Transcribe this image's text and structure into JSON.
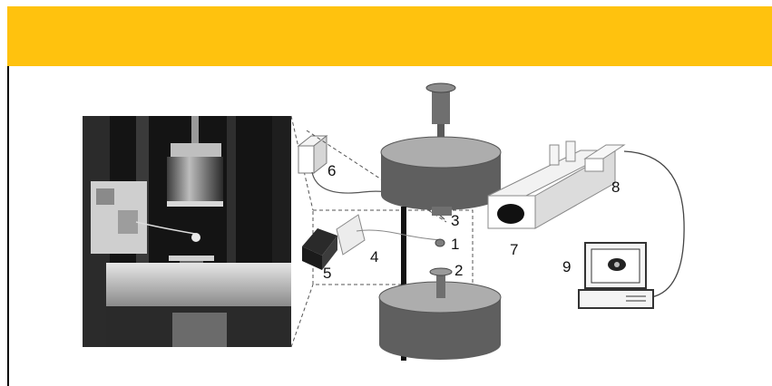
{
  "header": {
    "band_color": "#FFC20E"
  },
  "figure": {
    "labels": [
      {
        "id": "label-1",
        "text": "1"
      },
      {
        "id": "label-2",
        "text": "2"
      },
      {
        "id": "label-3",
        "text": "3"
      },
      {
        "id": "label-4",
        "text": "4"
      },
      {
        "id": "label-5",
        "text": "5"
      },
      {
        "id": "label-6",
        "text": "6"
      },
      {
        "id": "label-7",
        "text": "7"
      },
      {
        "id": "label-8",
        "text": "8"
      },
      {
        "id": "label-9",
        "text": "9"
      }
    ],
    "photo": {
      "style": "grayscale"
    },
    "cylinder_color": "#7a7a7a"
  }
}
